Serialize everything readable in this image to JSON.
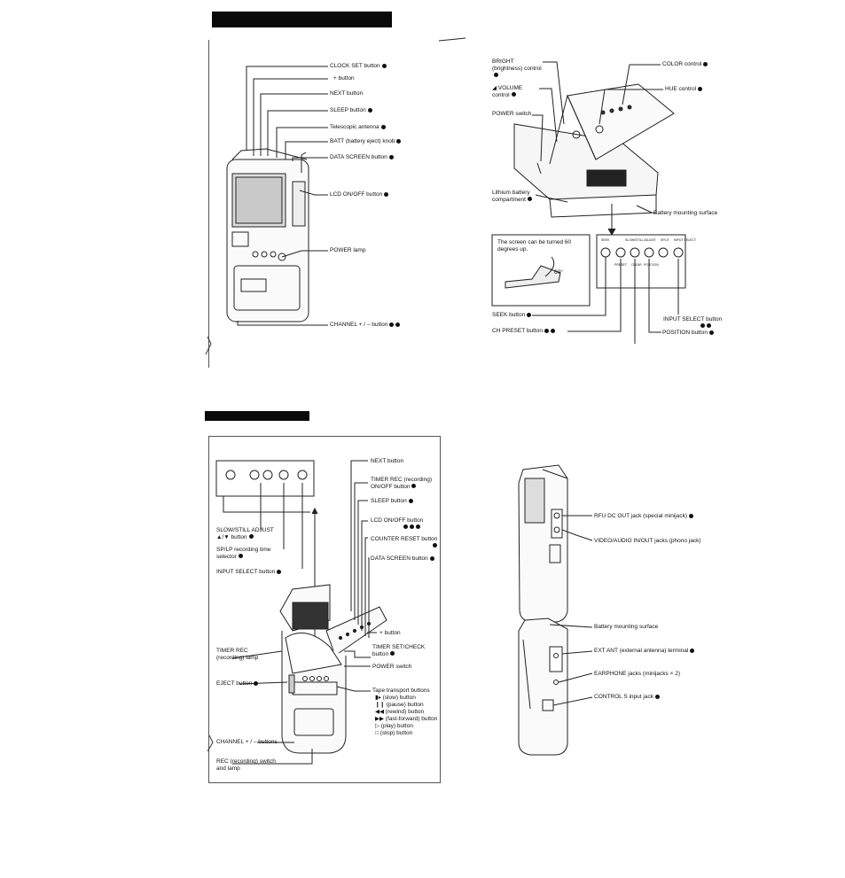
{
  "top_left_labels": {
    "clock_set": "CLOCK SET button",
    "plus": "+ button",
    "next": "NEXT button",
    "sleep": "SLEEP button",
    "antenna": "Telescopic antenna",
    "batt": "BATT (battery eject) knob",
    "data_screen": "DATA SCREEN button",
    "lcd": "LCD ON/OFF button",
    "power_lamp": "POWER lamp",
    "channel": "CHANNEL + / – button"
  },
  "top_right_labels": {
    "bright": "BRIGHT (brightness) control",
    "volume": "◢ VOLUME control",
    "power_switch": "POWER switch",
    "lithium": "Lithium battery compartment",
    "color": "COLOR control",
    "hue": "HUE control",
    "battery_surface": "Battery mounting surface",
    "screen_note": "The screen can be turned 60 degrees up.",
    "angle": "60°",
    "seek": "SEEK button",
    "ch_preset": "CH PRESET button",
    "input_select": "INPUT SELECT button",
    "position": "POSITION button"
  },
  "bottom_left_labels": {
    "slow_still": "SLOW/STILL ADJUST ▲/▼ button",
    "sp_lp": "SP/LP recording time selector",
    "input_select": "INPUT SELECT button",
    "next": "NEXT button",
    "timer_rec": "TIMER REC (recording) ON/OFF button",
    "sleep": "SLEEP button",
    "lcd": "LCD ON/OFF button",
    "counter_reset": "COUNTER RESET button",
    "data_screen": "DATA SCREEN button",
    "plus": "+ button",
    "timer_rec_lamp": "TIMER REC (recording) lamp",
    "timer_set": "TIMER SET/CHECK button",
    "power_switch": "POWER switch",
    "eject": "EJECT button",
    "tape_transport": "Tape transport buttons",
    "tape_slow": "▮▸ (slow) button",
    "tape_pause": "❙❙ (pause) button",
    "tape_rew": "◀◀ (rewind) button",
    "tape_ff": "▶▶ (fast-forward) button",
    "tape_play": "▷ (play) button",
    "tape_stop": "□ (stop) button",
    "channel": "CHANNEL + / – buttons",
    "rec_switch": "REC (recording) switch and lamp"
  },
  "bottom_right_labels": {
    "rfu": "RFU DC OUT jack (special minijack)",
    "video_audio": "VIDEO/AUDIO IN/OUT jacks (phono jack)",
    "battery_surface": "Battery mounting surface",
    "ext_ant": "EXT ANT (external antenna) terminal",
    "earphone": "EARPHONE jacks (minijacks × 2)",
    "control_s": "CONTROL S input jack"
  },
  "panel_keys": {
    "seek": "SEEK",
    "slow_adjust": "SLOW/STILL ADJUST",
    "split": "SPLIT",
    "input": "INPUT SELECT",
    "preset": "PRESET",
    "clear": "CLEAR",
    "position": "POSITION"
  }
}
